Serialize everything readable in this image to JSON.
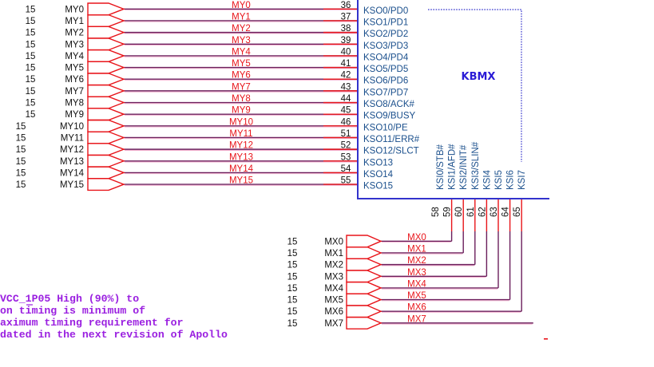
{
  "component": {
    "title": "KBMX",
    "kso_pins": [
      {
        "pin": "36",
        "name": "KSO0/PD0"
      },
      {
        "pin": "37",
        "name": "KSO1/PD1"
      },
      {
        "pin": "38",
        "name": "KSO2/PD2"
      },
      {
        "pin": "39",
        "name": "KSO3/PD3"
      },
      {
        "pin": "40",
        "name": "KSO4/PD4"
      },
      {
        "pin": "41",
        "name": "KSO5/PD5"
      },
      {
        "pin": "42",
        "name": "KSO6/PD6"
      },
      {
        "pin": "43",
        "name": "KSO7/PD7"
      },
      {
        "pin": "44",
        "name": "KSO8/ACK#"
      },
      {
        "pin": "45",
        "name": "KSO9/BUSY"
      },
      {
        "pin": "46",
        "name": "KSO10/PE"
      },
      {
        "pin": "51",
        "name": "KSO11/ERR#"
      },
      {
        "pin": "52",
        "name": "KSO12/SLCT"
      },
      {
        "pin": "53",
        "name": "KSO13"
      },
      {
        "pin": "54",
        "name": "KSO14"
      },
      {
        "pin": "55",
        "name": "KSO15"
      }
    ],
    "ksi_pins": [
      {
        "pin": "58",
        "name": "KSI0/STB#"
      },
      {
        "pin": "59",
        "name": "KSI1/AFD#"
      },
      {
        "pin": "60",
        "name": "KSI2/INIT#"
      },
      {
        "pin": "61",
        "name": "KSI3/SLIN#"
      },
      {
        "pin": "62",
        "name": "KSI4"
      },
      {
        "pin": "63",
        "name": "KSI5"
      },
      {
        "pin": "64",
        "name": "KSI6"
      },
      {
        "pin": "65",
        "name": "KSI7"
      }
    ]
  },
  "my_ports": [
    {
      "ref": "15",
      "name": "MY0"
    },
    {
      "ref": "15",
      "name": "MY1"
    },
    {
      "ref": "15",
      "name": "MY2"
    },
    {
      "ref": "15",
      "name": "MY3"
    },
    {
      "ref": "15",
      "name": "MY4"
    },
    {
      "ref": "15",
      "name": "MY5"
    },
    {
      "ref": "15",
      "name": "MY6"
    },
    {
      "ref": "15",
      "name": "MY7"
    },
    {
      "ref": "15",
      "name": "MY8"
    },
    {
      "ref": "15",
      "name": "MY9"
    },
    {
      "ref": "15",
      "name": "MY10"
    },
    {
      "ref": "15",
      "name": "MY11"
    },
    {
      "ref": "15",
      "name": "MY12"
    },
    {
      "ref": "15",
      "name": "MY13"
    },
    {
      "ref": "15",
      "name": "MY14"
    },
    {
      "ref": "15",
      "name": "MY15"
    }
  ],
  "my_net_labels": [
    "MY0",
    "MY1",
    "MY2",
    "MY3",
    "MY4",
    "MY5",
    "MY6",
    "MY7",
    "MY8",
    "MY9",
    "MY10",
    "MY11",
    "MY12",
    "MY13",
    "MY14",
    "MY15"
  ],
  "mx_ports": [
    {
      "ref": "15",
      "name": "MX0"
    },
    {
      "ref": "15",
      "name": "MX1"
    },
    {
      "ref": "15",
      "name": "MX2"
    },
    {
      "ref": "15",
      "name": "MX3"
    },
    {
      "ref": "15",
      "name": "MX4"
    },
    {
      "ref": "15",
      "name": "MX5"
    },
    {
      "ref": "15",
      "name": "MX6"
    },
    {
      "ref": "15",
      "name": "MX7"
    }
  ],
  "mx_net_labels": [
    "MX0",
    "MX1",
    "MX2",
    "MX3",
    "MX4",
    "MX5",
    "MX6",
    "MX7"
  ],
  "note_lines": [
    "VCC_1P05 High (90%) to",
    "on timing is minimum of",
    "aximum timing requirement for",
    "dated in the next revision of Apollo"
  ],
  "colors": {
    "port": "#e8141a",
    "wire": "#6b1f5c",
    "wire_highlight": "#f2a6c8",
    "box": "#3333cc",
    "pin_text": "#1a4f8c",
    "title": "#2a1bd6",
    "note": "#9a1fe0"
  }
}
